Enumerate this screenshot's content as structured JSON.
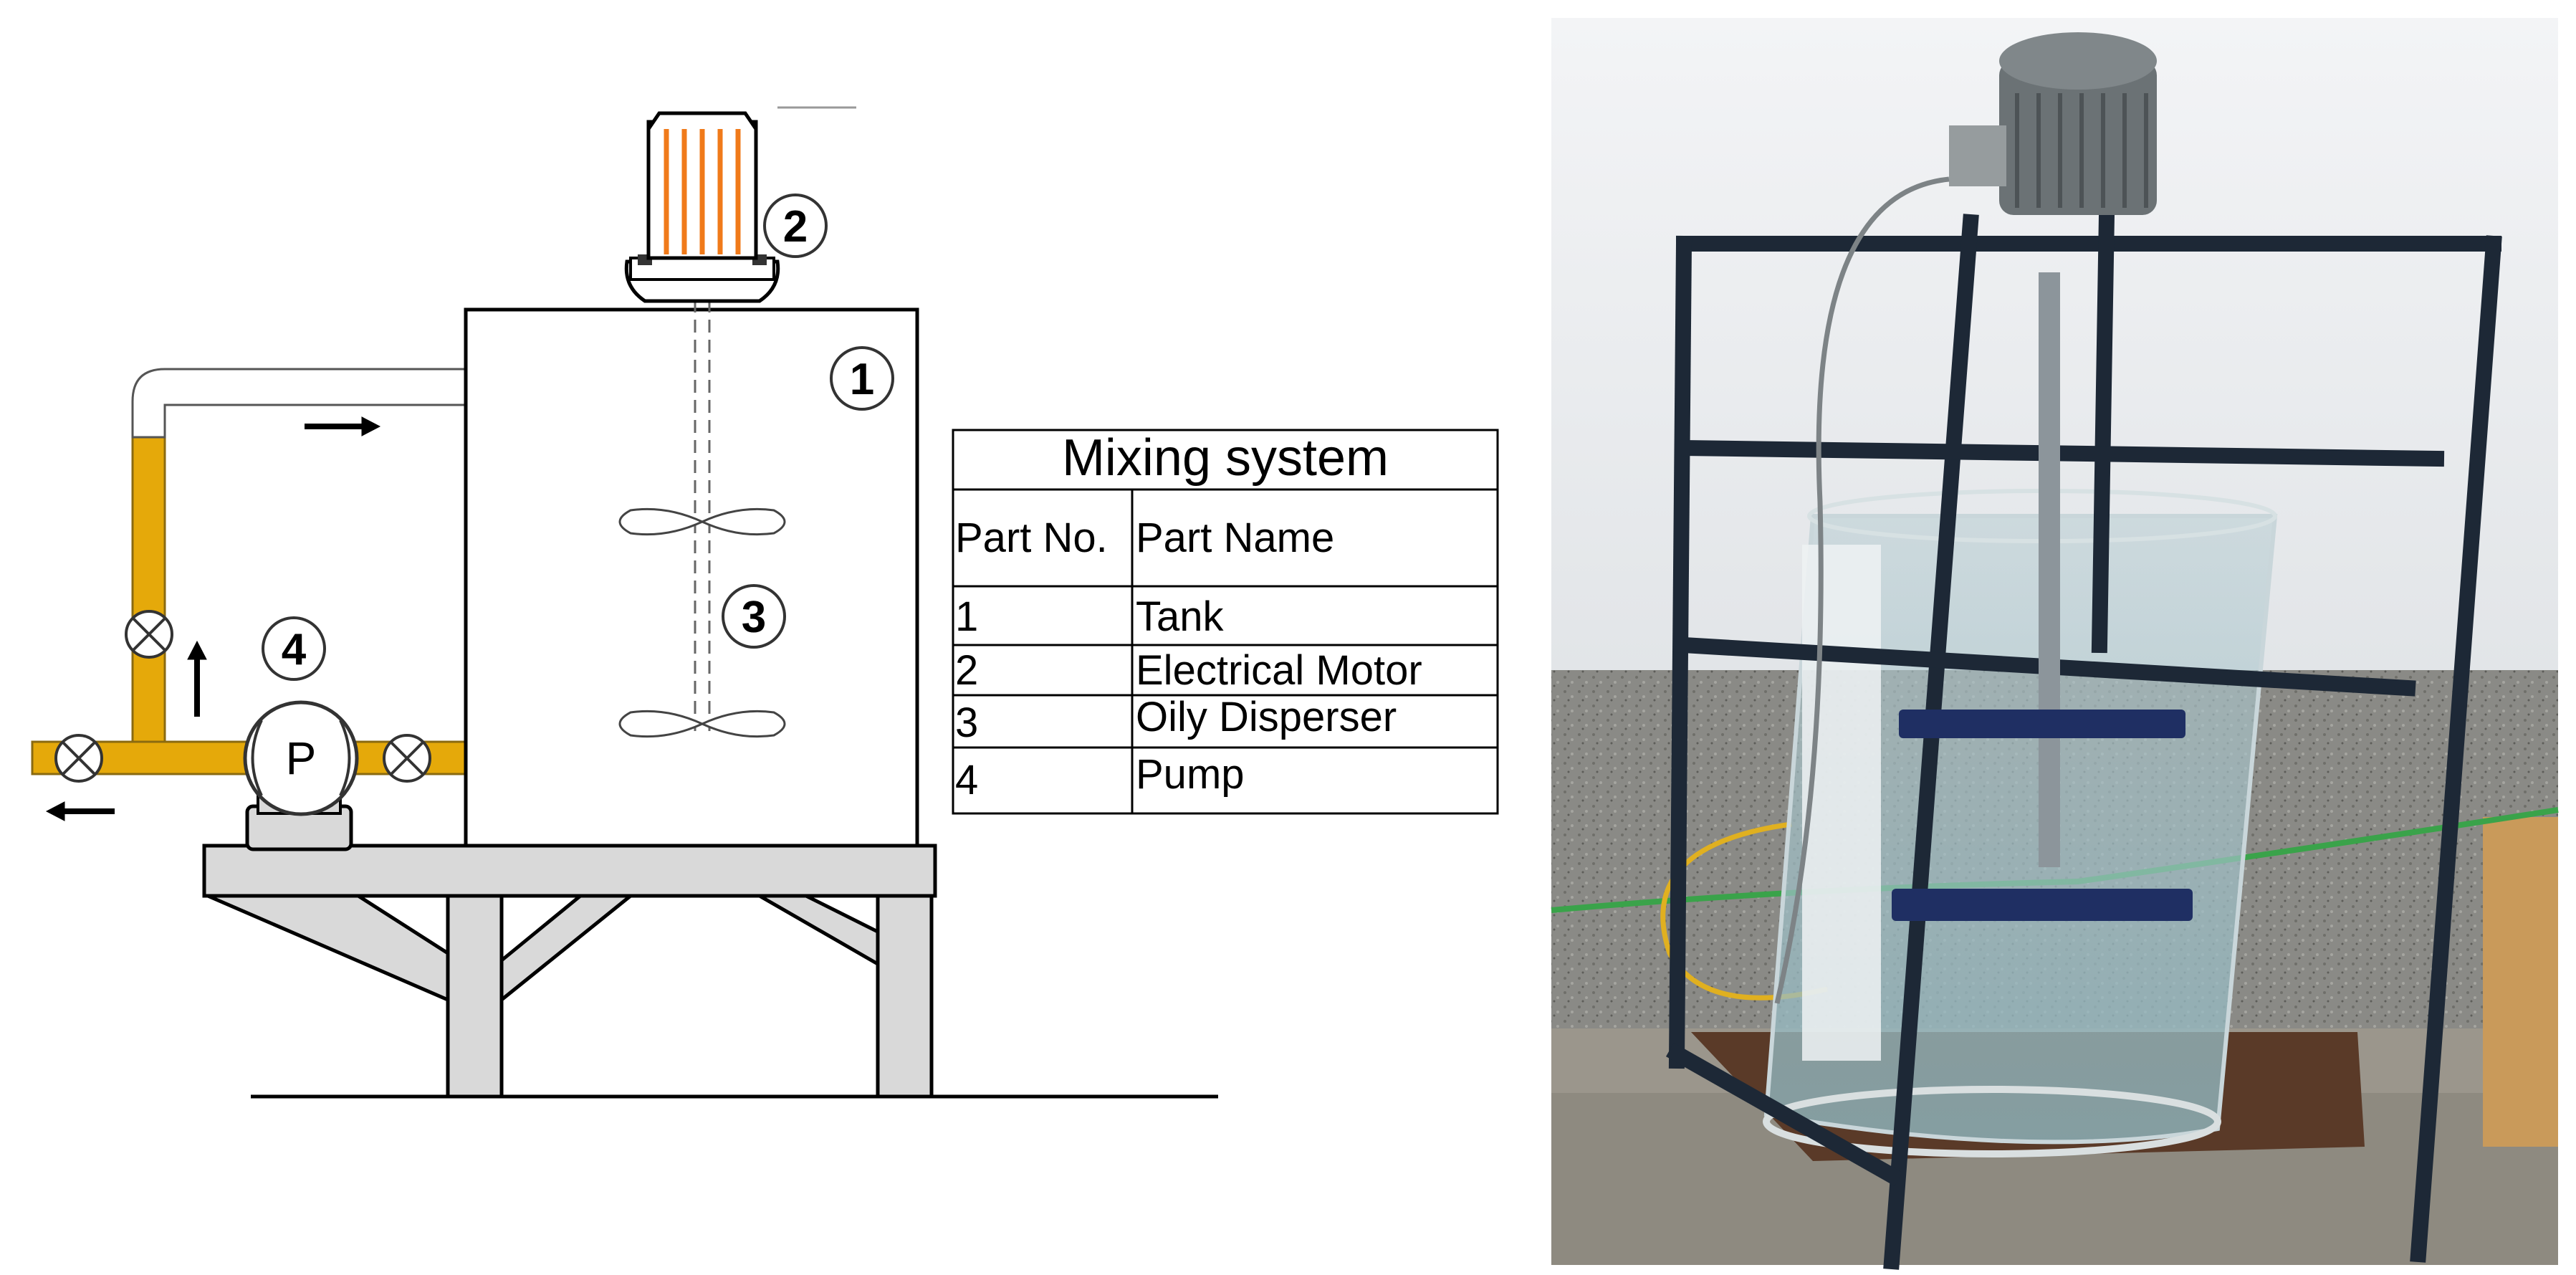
{
  "colors": {
    "pipe": "#E5A90A",
    "pipe_outline": "#8a6a10",
    "frame": "#d9d9d9",
    "motor_fins": "#F07A1A",
    "steel_frame": "#1d2836",
    "wall": "#eef0f2",
    "speckled_wall": "#8a8a86",
    "water": "#a9c4cc"
  },
  "diagram": {
    "balloons": [
      {
        "id": "1",
        "label": "1"
      },
      {
        "id": "2",
        "label": "2"
      },
      {
        "id": "3",
        "label": "3"
      },
      {
        "id": "4",
        "label": "4"
      }
    ],
    "pump_label": "P"
  },
  "parts_table": {
    "title": "Mixing system",
    "headers": [
      "Part No.",
      "Part Name"
    ],
    "rows": [
      {
        "no": "1",
        "name": "Tank"
      },
      {
        "no": "2",
        "name": "Electrical Motor"
      },
      {
        "no": "3",
        "name": "Oily Disperser"
      },
      {
        "no": "4",
        "name": "Pump"
      }
    ]
  },
  "photo": {
    "subject": "Laboratory mixing tank on steel frame with top-mounted motor"
  }
}
